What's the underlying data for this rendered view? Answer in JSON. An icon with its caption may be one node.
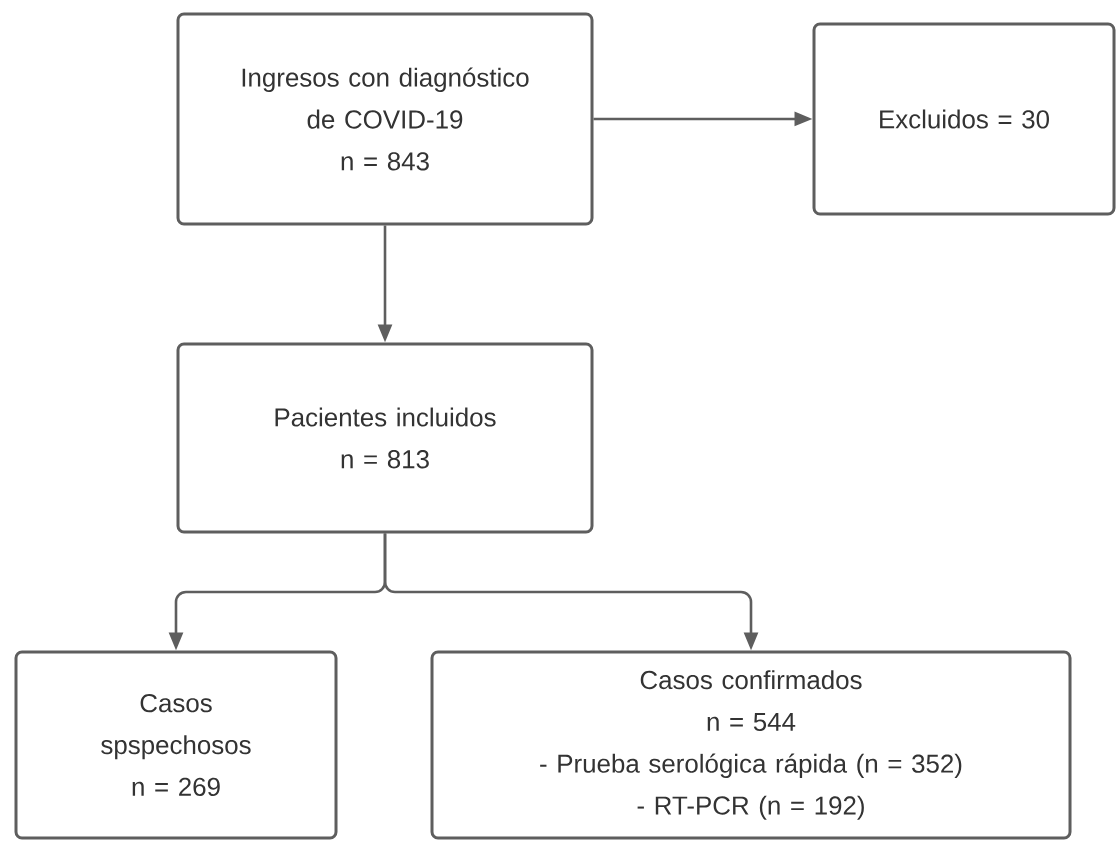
{
  "diagram": {
    "nodes": [
      {
        "text": [
          "Ingresos con diagnóstico de COVID-19",
          "n = 843"
        ]
      },
      {
        "text": [
          "Excluidos = 30"
        ]
      },
      {
        "text": [
          "Pacientes incluidos",
          "n = 813"
        ]
      },
      {
        "text": [
          "Casos spspechosos",
          "n = 269"
        ]
      },
      {
        "text": [
          "Casos confirmados",
          "n = 544",
          "- Prueba serológica rápida (n = 352)",
          "- RT-PCR (n = 192)"
        ]
      }
    ],
    "edges": [
      {
        "from": 0,
        "to": 1,
        "arrow": "to"
      },
      {
        "from": 0,
        "to": 2,
        "arrow": "to"
      },
      {
        "from": 2,
        "to": 3,
        "arrow": "to"
      },
      {
        "from": 2,
        "to": 4,
        "arrow": "to"
      }
    ]
  }
}
